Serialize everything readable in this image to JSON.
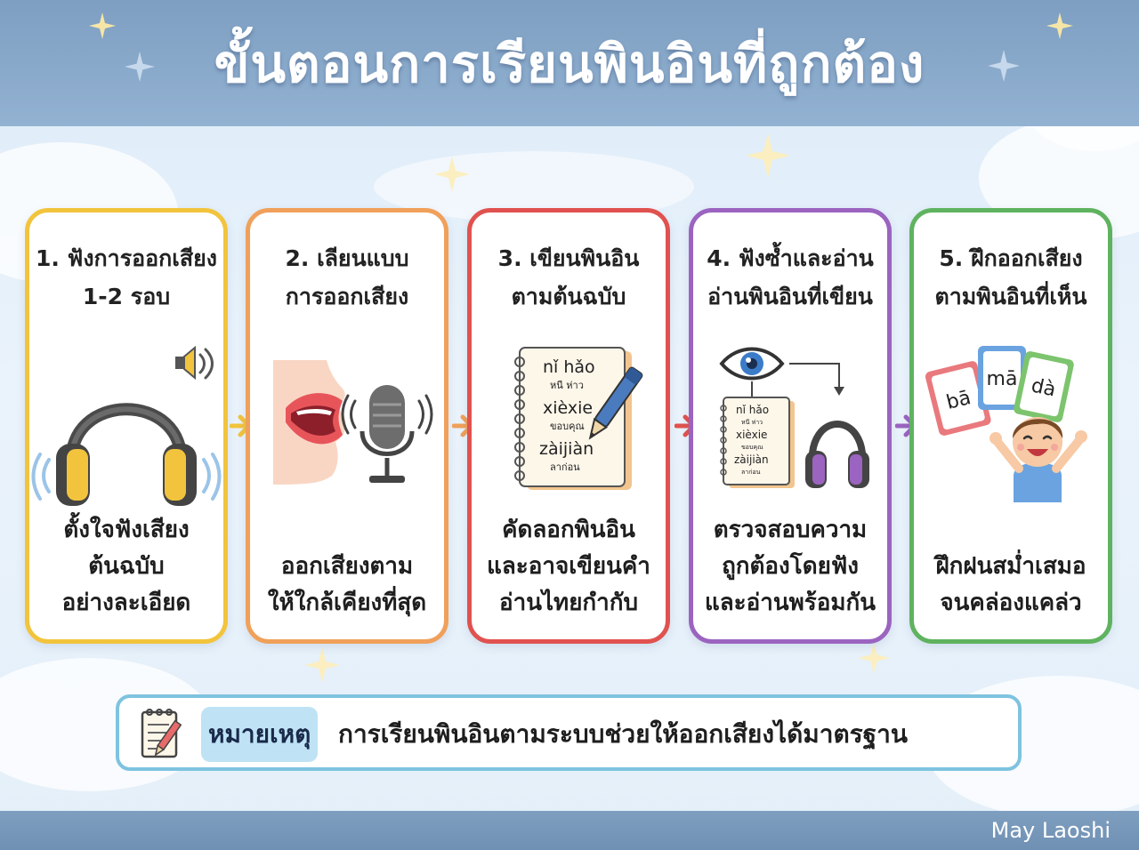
{
  "title": "ขั้นตอนการเรียนพินอินที่ถูกต้อง",
  "steps": [
    {
      "title_line1": "1. ฟังการออกเสียง",
      "title_line2": "1-2 รอบ",
      "desc_line1": "ตั้งใจฟังเสียง",
      "desc_line2": "ต้นฉบับ",
      "desc_line3": "อย่างละเอียด",
      "color": "#f2c43d"
    },
    {
      "title_line1": "2. เลียนแบบ",
      "title_line2": "การออกเสียง",
      "desc_line1": "",
      "desc_line2": "ออกเสียงตาม",
      "desc_line3": "ให้ใกล้เคียงที่สุด",
      "color": "#f0a05a"
    },
    {
      "title_line1": "3. เขียนพินอิน",
      "title_line2": "ตามต้นฉบับ",
      "desc_line1": "คัดลอกพินอิน",
      "desc_line2": "และอาจเขียนคำ",
      "desc_line3": "อ่านไทยกำกับ",
      "color": "#e0524f"
    },
    {
      "title_line1": "4. ฟังซ้ำและอ่าน",
      "title_line2": "อ่านพินอินที่เขียน",
      "desc_line1": "ตรวจสอบความ",
      "desc_line2": "ถูกต้องโดยฟัง",
      "desc_line3": "และอ่านพร้อมกัน",
      "color": "#9b64c0"
    },
    {
      "title_line1": "5. ฝึกออกเสียง",
      "title_line2": "ตามพินอินที่เห็น",
      "desc_line1": "",
      "desc_line2": "ฝึกฝนสม่ำเสมอ",
      "desc_line3": "จนคล่องแคล่ว",
      "color": "#5fb35f"
    }
  ],
  "notebook": {
    "words": [
      {
        "pinyin": "nǐ hǎo",
        "thai": "หนี ห่าว"
      },
      {
        "pinyin": "xièxie",
        "thai": "ขอบคุณ"
      },
      {
        "pinyin": "zàijiàn",
        "thai": "ลาก่อน"
      }
    ]
  },
  "flashcards": [
    "bā",
    "mā",
    "dà"
  ],
  "note": {
    "label": "หมายเหตุ",
    "text": "การเรียนพินอินตามระบบช่วยให้ออกเสียงได้มาตรฐาน"
  },
  "author": "May Laoshi",
  "colors": {
    "header": "#8aa9cb",
    "note_border": "#7ec3df",
    "arrow1": "#f2c43d",
    "arrow2": "#f0a05a",
    "arrow3": "#e0524f",
    "arrow4": "#9b64c0"
  },
  "icons": [
    "headphones-icon",
    "speaker-icon",
    "mouth-icon",
    "microphone-icon",
    "notebook-icon",
    "pen-icon",
    "eye-icon",
    "flashcard-icon",
    "child-icon",
    "note-pad-icon",
    "star-icon"
  ]
}
